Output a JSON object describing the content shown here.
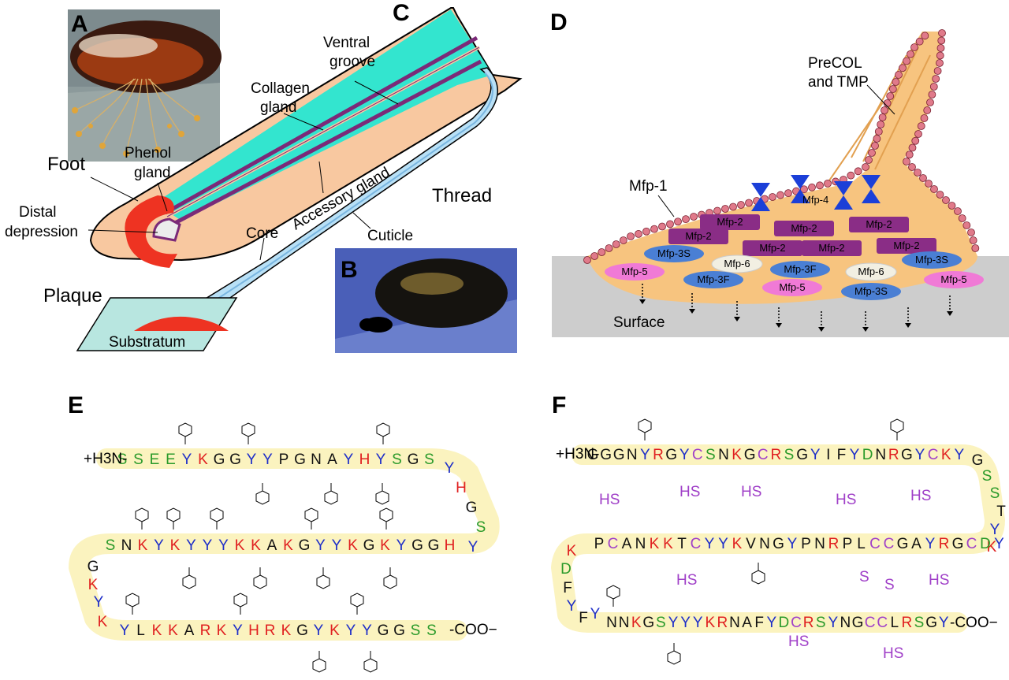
{
  "panels": {
    "A": {
      "letter": "A"
    },
    "B": {
      "letter": "B"
    },
    "C": {
      "letter": "C",
      "labels": {
        "ventral_groove_1": "Ventral",
        "ventral_groove_2": "groove",
        "collagen_gland_1": "Collagen",
        "collagen_gland_2": "gland",
        "foot": "Foot",
        "phenol_gland_1": "Phenol",
        "phenol_gland_2": "gland",
        "distal_depression_1": "Distal",
        "distal_depression_2": "depression",
        "accessory_gland": "Accessory gland",
        "core": "Core",
        "cuticle": "Cuticle",
        "thread": "Thread",
        "plaque": "Plaque",
        "substratum": "Substratum"
      }
    },
    "D": {
      "letter": "D",
      "labels": {
        "precol_1": "PreCOL",
        "precol_2": "and TMP",
        "mfp1": "Mfp-1",
        "mfp4": "Mfp-4",
        "surface": "Surface"
      },
      "proteins": [
        {
          "label": "Mfp-2",
          "kind": "mfp2",
          "cx": 0
        },
        {
          "label": "Mfp-2",
          "kind": "mfp2"
        },
        {
          "label": "Mfp-2",
          "kind": "mfp2"
        },
        {
          "label": "Mfp-2",
          "kind": "mfp2"
        },
        {
          "label": "Mfp-2",
          "kind": "mfp2"
        },
        {
          "label": "Mfp-2",
          "kind": "mfp2"
        },
        {
          "label": "Mfp-2",
          "kind": "mfp2"
        },
        {
          "label": "Mfp-3S",
          "kind": "mfp3"
        },
        {
          "label": "Mfp-6",
          "kind": "mfp6"
        },
        {
          "label": "Mfp-3F",
          "kind": "mfp3"
        },
        {
          "label": "Mfp-6",
          "kind": "mfp6"
        },
        {
          "label": "Mfp-3S",
          "kind": "mfp3"
        },
        {
          "label": "Mfp-5",
          "kind": "mfp5"
        },
        {
          "label": "Mfp-3F",
          "kind": "mfp3"
        },
        {
          "label": "Mfp-5",
          "kind": "mfp5"
        },
        {
          "label": "Mfp-3S",
          "kind": "mfp3"
        },
        {
          "label": "Mfp-5",
          "kind": "mfp5"
        }
      ]
    },
    "E": {
      "letter": "E",
      "n_term": "+H3N-",
      "c_term": "-COO−",
      "row1": "SSEEYKGGYYPGNAYHYSGS",
      "right1": "YHGSY",
      "row2": "SNKYKYYYKKAKGYYKGKYGGH",
      "left": "GKYK",
      "row3": "YLKKARKYHRKGYKYYGGSS"
    },
    "F": {
      "letter": "F",
      "n_term": "+H3N-",
      "c_term": "-COO−",
      "row1": "GGGNYRGYCSNKGCRSGYIFYDNRGYCKYGSSTYK",
      "row2": "PCANKKTCYYKVNGYPNRPLCCGAYRGCDY",
      "left": "KDFYFY",
      "row3": "NNKGSYYYKRNAFYDCRSYNGCCLRSGY",
      "hs": "HS",
      "ss": "S"
    }
  },
  "colors": {
    "teal": "#33e5cf",
    "peach": "#f8c8a0",
    "red": "#ee3322",
    "purple": "#7b2a78",
    "mfp2": "#8a2d86",
    "mfp3": "#4a7fd4",
    "mfp5": "#f07ad6",
    "mfp6": "#f2efe2",
    "mfp4": "#1b3fd8",
    "bead": "#e07a8a",
    "matrix": "#f7c47f",
    "surface": "#cdcdcd",
    "backbone": "#fbf3bf",
    "aa_red": "#e02020",
    "aa_blue": "#1e2ec8",
    "aa_green": "#2a9a2a",
    "aa_purple": "#a040c8",
    "aa_black": "#111111"
  }
}
